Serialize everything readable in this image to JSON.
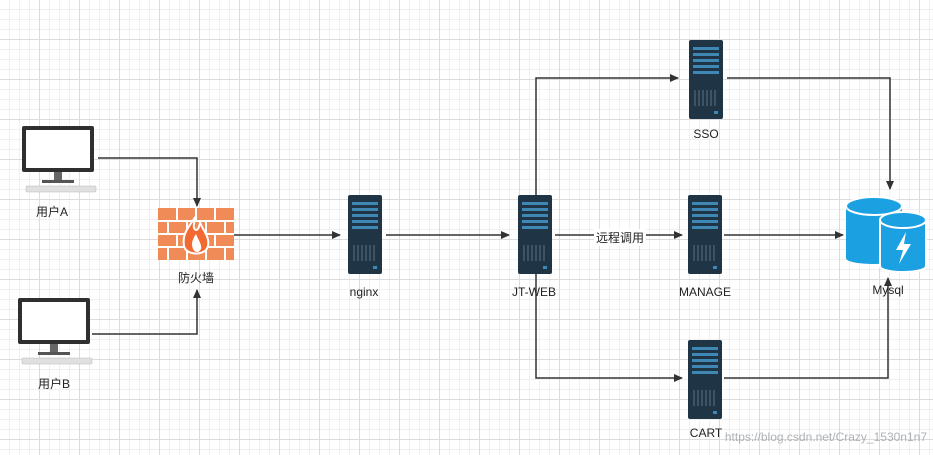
{
  "nodes": {
    "user_a": {
      "label": "用户A",
      "icon": "monitor-icon"
    },
    "user_b": {
      "label": "用户B",
      "icon": "monitor-icon"
    },
    "firewall": {
      "label": "防火墙",
      "icon": "firewall-icon"
    },
    "nginx": {
      "label": "nginx",
      "icon": "server-icon"
    },
    "jt_web": {
      "label": "JT-WEB",
      "icon": "server-icon"
    },
    "sso": {
      "label": "SSO",
      "icon": "server-icon"
    },
    "manage": {
      "label": "MANAGE",
      "icon": "server-icon"
    },
    "cart": {
      "label": "CART",
      "icon": "server-icon"
    },
    "mysql": {
      "label": "Mysql",
      "icon": "database-icon"
    }
  },
  "edges": [
    {
      "from": "user_a",
      "to": "firewall"
    },
    {
      "from": "user_b",
      "to": "firewall"
    },
    {
      "from": "firewall",
      "to": "nginx"
    },
    {
      "from": "nginx",
      "to": "jt_web"
    },
    {
      "from": "jt_web",
      "to": "sso"
    },
    {
      "from": "jt_web",
      "to": "manage",
      "label": "远程调用"
    },
    {
      "from": "jt_web",
      "to": "cart"
    },
    {
      "from": "sso",
      "to": "mysql"
    },
    {
      "from": "manage",
      "to": "mysql"
    },
    {
      "from": "cart",
      "to": "mysql"
    }
  ],
  "watermark": "https://blog.csdn.net/Crazy_1530n1n7",
  "colors": {
    "server": "#1f3444",
    "server_accent": "#3f88b5",
    "firewall": "#f08a57",
    "database": "#1ba1e2",
    "edge": "#333333"
  }
}
